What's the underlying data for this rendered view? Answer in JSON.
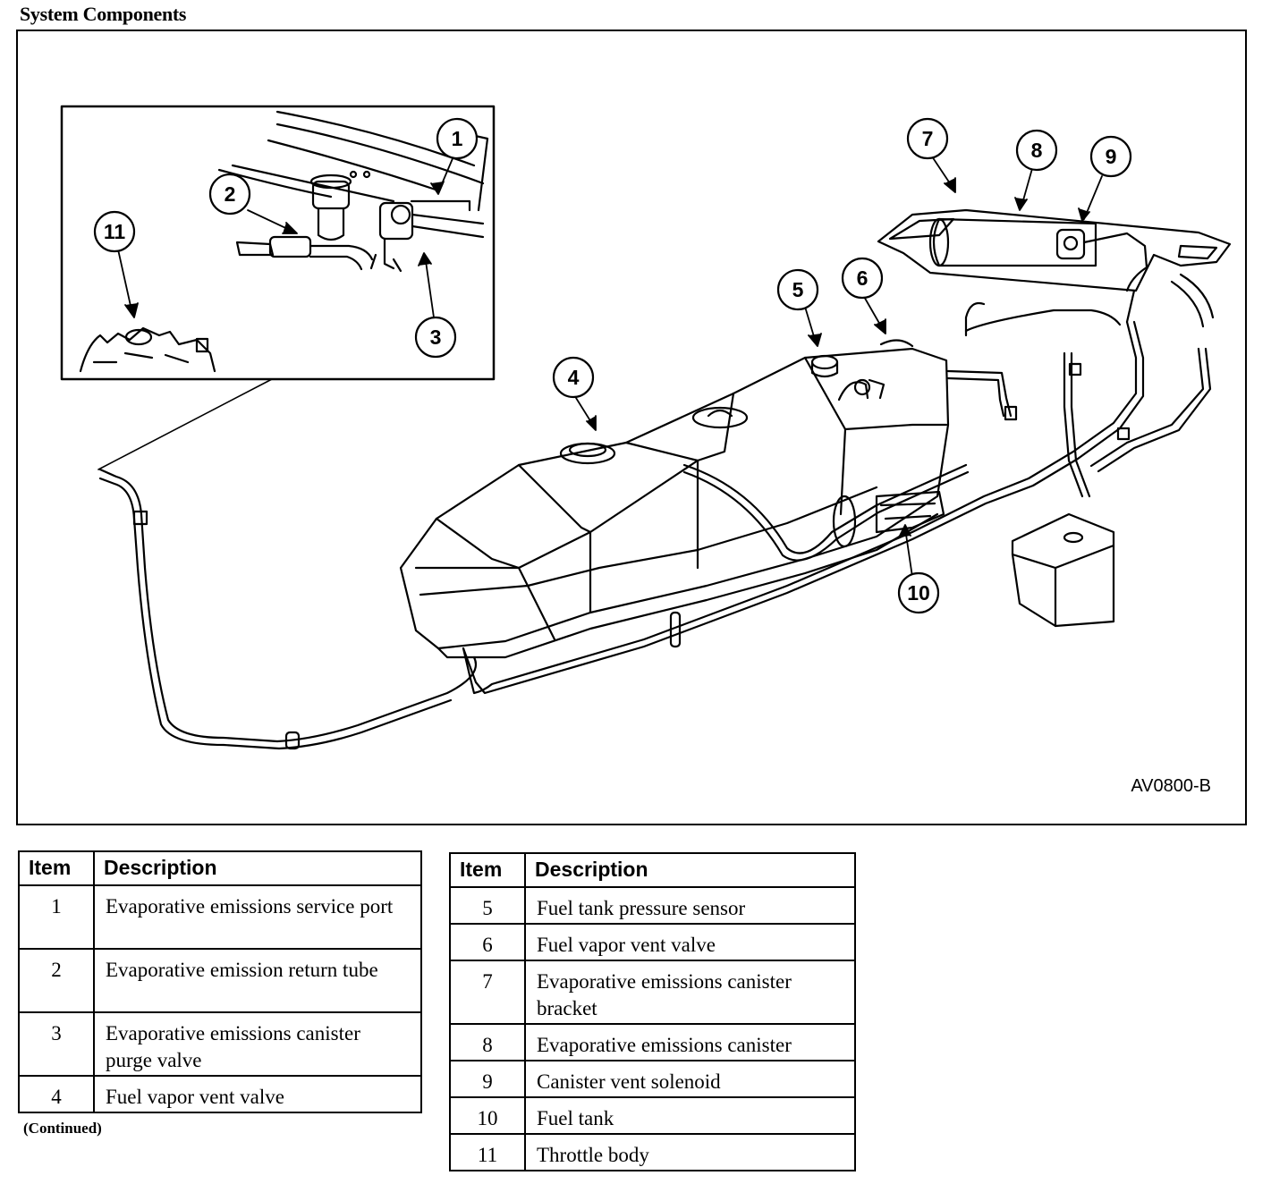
{
  "title": "System Components",
  "figure_code": "AV0800-B",
  "continued": "(Continued)",
  "callouts": [
    "1",
    "2",
    "3",
    "4",
    "5",
    "6",
    "7",
    "8",
    "9",
    "10",
    "11"
  ],
  "legend": {
    "col_item": "Item",
    "col_description": "Description",
    "left_rows": [
      {
        "item": "1",
        "description": "Evaporative emissions service port"
      },
      {
        "item": "2",
        "description": "Evaporative emission return tube"
      },
      {
        "item": "3",
        "description": "Evaporative emissions canister purge valve"
      },
      {
        "item": "4",
        "description": "Fuel vapor vent valve"
      }
    ],
    "right_rows": [
      {
        "item": "5",
        "description": "Fuel tank pressure sensor"
      },
      {
        "item": "6",
        "description": "Fuel vapor vent valve"
      },
      {
        "item": "7",
        "description": "Evaporative emissions canister bracket"
      },
      {
        "item": "8",
        "description": "Evaporative emissions canister"
      },
      {
        "item": "9",
        "description": "Canister vent solenoid"
      },
      {
        "item": "10",
        "description": "Fuel tank"
      },
      {
        "item": "11",
        "description": "Throttle body"
      }
    ]
  }
}
